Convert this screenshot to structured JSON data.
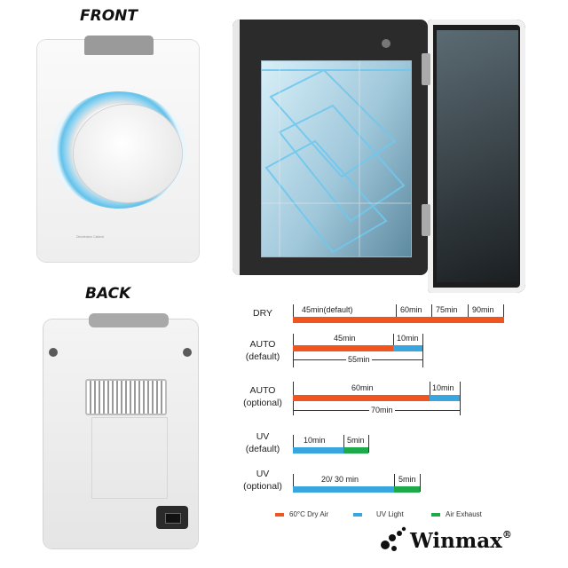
{
  "headings": {
    "front": "FRONT",
    "back": "BACK"
  },
  "front_tag": "Disinfection Cabinet",
  "modes": [
    {
      "id": "dry",
      "label": "DRY",
      "segments": [
        "45min(default)",
        "60min",
        "75min",
        "90min"
      ]
    },
    {
      "id": "auto-default",
      "label": "AUTO (default)",
      "segments": [
        "45min",
        "10min"
      ],
      "total": "55min"
    },
    {
      "id": "auto-optional",
      "label": "AUTO (optional)",
      "segments": [
        "60min",
        "10min"
      ],
      "total": "70min"
    },
    {
      "id": "uv-default",
      "label": "UV (default)",
      "segments": [
        "10min",
        "5min"
      ]
    },
    {
      "id": "uv-optional",
      "label": "UV (optional)",
      "segments": [
        "20/ 30 min",
        "5min"
      ]
    }
  ],
  "mode_labels": {
    "dry": "DRY",
    "auto_default_1": "AUTO",
    "auto_default_2": "(default)",
    "auto_optional_1": "AUTO",
    "auto_optional_2": "(optional)",
    "uv_default_1": "UV",
    "uv_default_2": "(default)",
    "uv_optional_1": "UV",
    "uv_optional_2": "(optional)"
  },
  "segment_labels": {
    "dry_45": "45min(default)",
    "dry_60": "60min",
    "dry_75": "75min",
    "dry_90": "90min",
    "autod_45": "45min",
    "autod_10": "10min",
    "autod_total": "55min",
    "autoo_60": "60min",
    "autoo_10": "10min",
    "autoo_total": "70min",
    "uvd_10": "10min",
    "uvd_5": "5min",
    "uvo_20": "20/ 30 min",
    "uvo_5": "5min"
  },
  "legend": [
    {
      "label": "60°C Dry Air",
      "color": "#f0551f"
    },
    {
      "label": "UV Light",
      "color": "#3aa6e0"
    },
    {
      "label": "Air Exhaust",
      "color": "#1ea94a"
    }
  ],
  "legend_labels": {
    "dry_air": "60°C Dry Air",
    "uv_light": "UV Light",
    "air_exhaust": "Air Exhaust"
  },
  "brand": {
    "name": "Winmax",
    "reg": "®"
  },
  "colors": {
    "dry_air": "#f0551f",
    "uv_light": "#3aa6e0",
    "air_exhaust": "#1ea94a"
  }
}
